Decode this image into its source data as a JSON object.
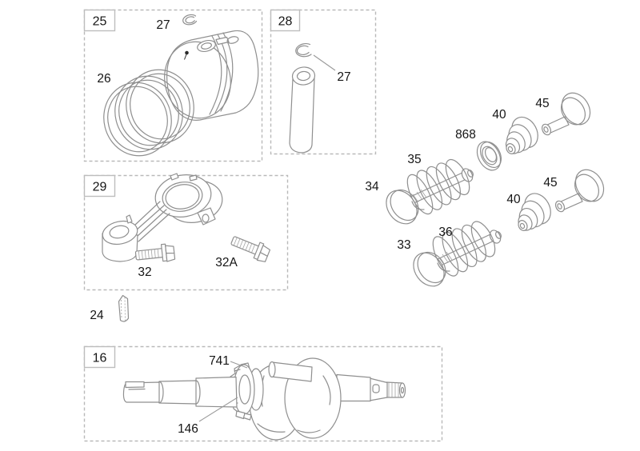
{
  "colors": {
    "background": "#ffffff",
    "part_line": "#8f8f8f",
    "box_border": "#b9b9b9",
    "label_text": "#151515"
  },
  "boxes": [
    {
      "label": "25"
    },
    {
      "label": "28"
    },
    {
      "label": "29"
    },
    {
      "label": "16"
    }
  ],
  "callouts": {
    "piston_circlip": "27",
    "piston_rings": "26",
    "pin_circlip": "27",
    "rod_bolt": "32",
    "rod_bolt_alt": "32A",
    "key": "24",
    "gear_top": "741",
    "gear_bottom": "146",
    "valve_upper": "34",
    "spring_upper": "35",
    "seal": "868",
    "retainer_upper": "40",
    "lifter_upper": "45",
    "lifter_lower": "45",
    "retainer_lower": "40",
    "spring_lower": "36",
    "valve_lower": "33"
  }
}
